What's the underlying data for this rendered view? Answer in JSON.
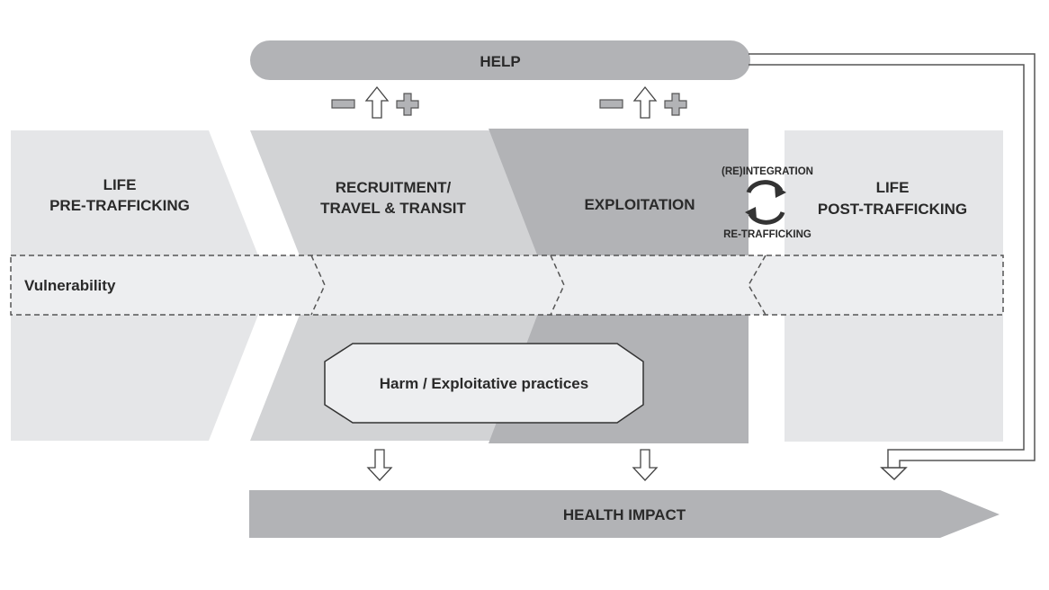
{
  "help": {
    "label": "HELP"
  },
  "stages": [
    {
      "line1": "LIFE",
      "line2": "PRE-TRAFFICKING"
    },
    {
      "line1": "RECRUITMENT/",
      "line2": "TRAVEL & TRANSIT"
    },
    {
      "line1": "EXPLOITATION",
      "line2": ""
    },
    {
      "line1": "LIFE",
      "line2": "POST-TRAFFICKING"
    }
  ],
  "cycle": {
    "top_label": "(RE)INTEGRATION",
    "bottom_label": "RE-TRAFFICKING"
  },
  "vulnerability": {
    "label": "Vulnerability"
  },
  "harm": {
    "label": "Harm / Exploitative practices"
  },
  "health_impact": {
    "label": "HEALTH IMPACT"
  },
  "colors": {
    "light": "#e5e6e8",
    "mid": "#d2d3d5",
    "dark": "#b2b3b6",
    "band": "#edeef0",
    "text": "#2a2a2a"
  }
}
